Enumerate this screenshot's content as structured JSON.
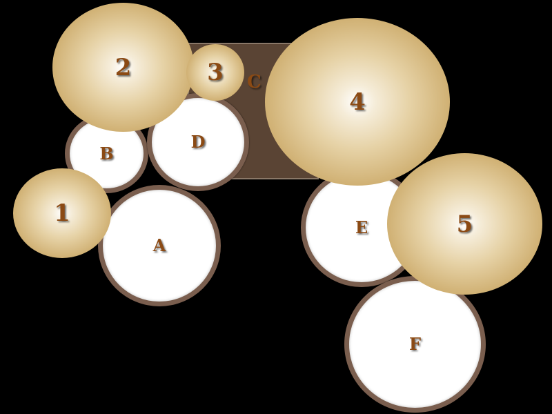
{
  "drum_kit": {
    "colors": {
      "background": "#000000",
      "panel": "#5a4434",
      "drum_head": "#ffffff",
      "drum_rim": "#7a5e4e",
      "cymbal_center": "#ffffff",
      "cymbal_edge": "#bb9650",
      "label": "#8b4a14"
    },
    "panel_label": "C",
    "drums": {
      "a": {
        "label": "A"
      },
      "b": {
        "label": "B"
      },
      "d": {
        "label": "D"
      },
      "e": {
        "label": "E"
      },
      "f": {
        "label": "F"
      }
    },
    "cymbals": {
      "one": {
        "label": "1"
      },
      "two": {
        "label": "2"
      },
      "three": {
        "label": "3"
      },
      "four": {
        "label": "4"
      },
      "five": {
        "label": "5"
      }
    }
  }
}
